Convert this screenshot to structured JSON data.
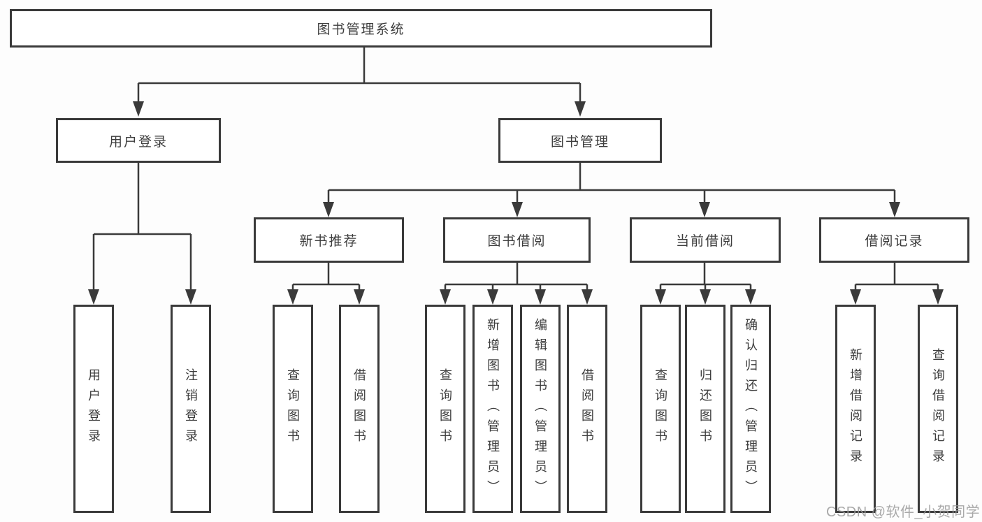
{
  "colors": {
    "line": "#3a3a3a",
    "box-border": "#3a3a3a",
    "text": "#3d3d3d",
    "background": "#fdfdfd",
    "watermark": "#9b9b9b"
  },
  "nodes": {
    "root": {
      "label": "图书管理系统"
    },
    "l2": [
      {
        "label": "用户登录"
      },
      {
        "label": "图书管理"
      }
    ],
    "l3": [
      {
        "label": "新书推荐"
      },
      {
        "label": "图书借阅"
      },
      {
        "label": "当前借阅"
      },
      {
        "label": "借阅记录"
      }
    ],
    "leaves": [
      {
        "label": "用户登录"
      },
      {
        "label": "注销登录"
      },
      {
        "label": "查询图书"
      },
      {
        "label": "借阅图书"
      },
      {
        "label": "查询图书"
      },
      {
        "label": "新增图书（管理员）"
      },
      {
        "label": "编辑图书（管理员）"
      },
      {
        "label": "借阅图书"
      },
      {
        "label": "查询图书"
      },
      {
        "label": "归还图书"
      },
      {
        "label": "确认归还（管理员）"
      },
      {
        "label": "新增借阅记录"
      },
      {
        "label": "查询借阅记录"
      }
    ]
  },
  "watermark": {
    "text": "CSDN @软件_小贺同学"
  }
}
